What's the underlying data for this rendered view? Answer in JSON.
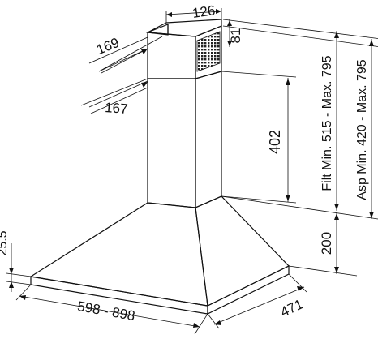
{
  "labels": {
    "w126": "126",
    "w81": "81",
    "w169": "169",
    "w167": "167",
    "h402": "402",
    "h25_5": "25.5",
    "h200": "200",
    "width_range": "598 - 898",
    "d471": "471",
    "filt_range": "Filt Min. 515 - Max. 795",
    "asp_range": "Asp Min. 420 - Max. 795"
  },
  "colors": {
    "stroke": "#111111",
    "background": "#ffffff"
  }
}
